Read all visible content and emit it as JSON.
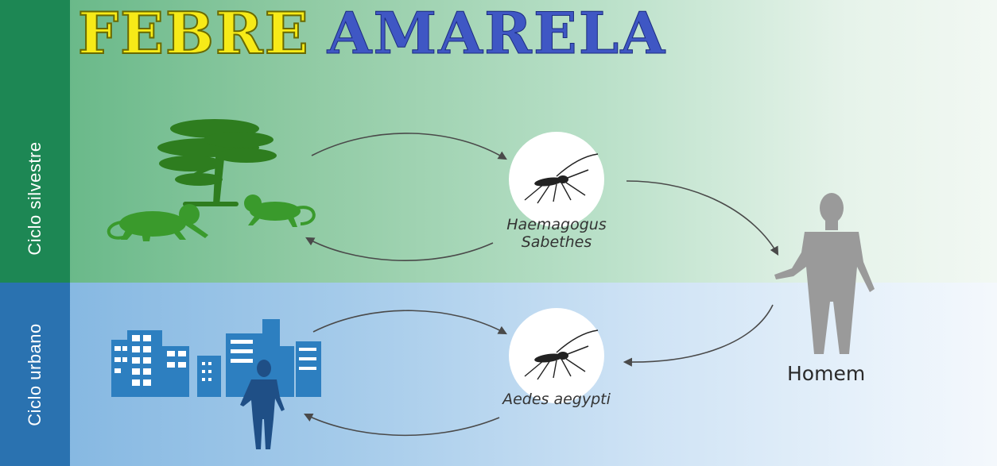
{
  "title": {
    "part1": "FEBRE",
    "part2": "AMARELA"
  },
  "cycles": {
    "sylvatic_label": "Ciclo silvestre",
    "urban_label": "Ciclo urbano"
  },
  "vectors": {
    "sylvatic_line1": "Haemagogus",
    "sylvatic_line2": "Sabethes",
    "urban": "Aedes aegypti"
  },
  "host_label": "Homem",
  "icons": [
    "tree-icon",
    "monkey-icon",
    "mosquito-icon",
    "human-icon",
    "city-buildings-icon"
  ],
  "colors": {
    "title_yellow": "#f7ea18",
    "title_blue": "#3f57c4",
    "sylvatic_band": "#1d8754",
    "urban_band": "#2a72b0",
    "forest_green": "#2e7d1f",
    "city_blue": "#2d7fc0",
    "human_gray": "#9a9a9a"
  }
}
